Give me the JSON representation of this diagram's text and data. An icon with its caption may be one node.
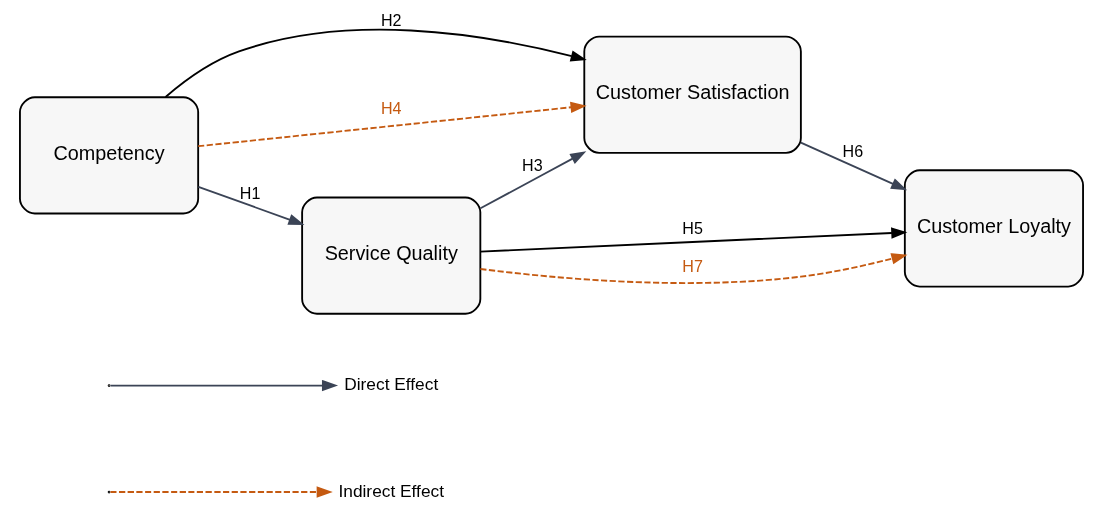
{
  "diagram": {
    "nodes": [
      {
        "text": [
          "Competency"
        ]
      },
      {
        "text": [
          "Service Quality"
        ]
      },
      {
        "text": [
          "Customer Satisfaction"
        ]
      },
      {
        "text": [
          "Customer Loyalty"
        ]
      }
    ],
    "edges": [
      {
        "from": 0,
        "to": 1,
        "arrow": "to",
        "label": "H1"
      },
      {
        "from": 0,
        "to": 2,
        "arrow": "to",
        "label": "H2",
        "color": "#000000"
      },
      {
        "from": 1,
        "to": 2,
        "arrow": "to",
        "label": "H3"
      },
      {
        "from": 0,
        "to": 2,
        "arrow": "to",
        "label": "H4",
        "style": "dashed",
        "color": "#c55a11"
      },
      {
        "from": 1,
        "to": 3,
        "arrow": "to",
        "label": "H5",
        "color": "#000000"
      },
      {
        "from": 2,
        "to": 3,
        "arrow": "to",
        "label": "H6"
      },
      {
        "from": 1,
        "to": 3,
        "arrow": "to",
        "label": "H7",
        "style": "dashed",
        "color": "#c55a11"
      }
    ],
    "legend": [
      {
        "text": "Direct Effect"
      },
      {
        "text": "Indirect Effect"
      }
    ]
  }
}
